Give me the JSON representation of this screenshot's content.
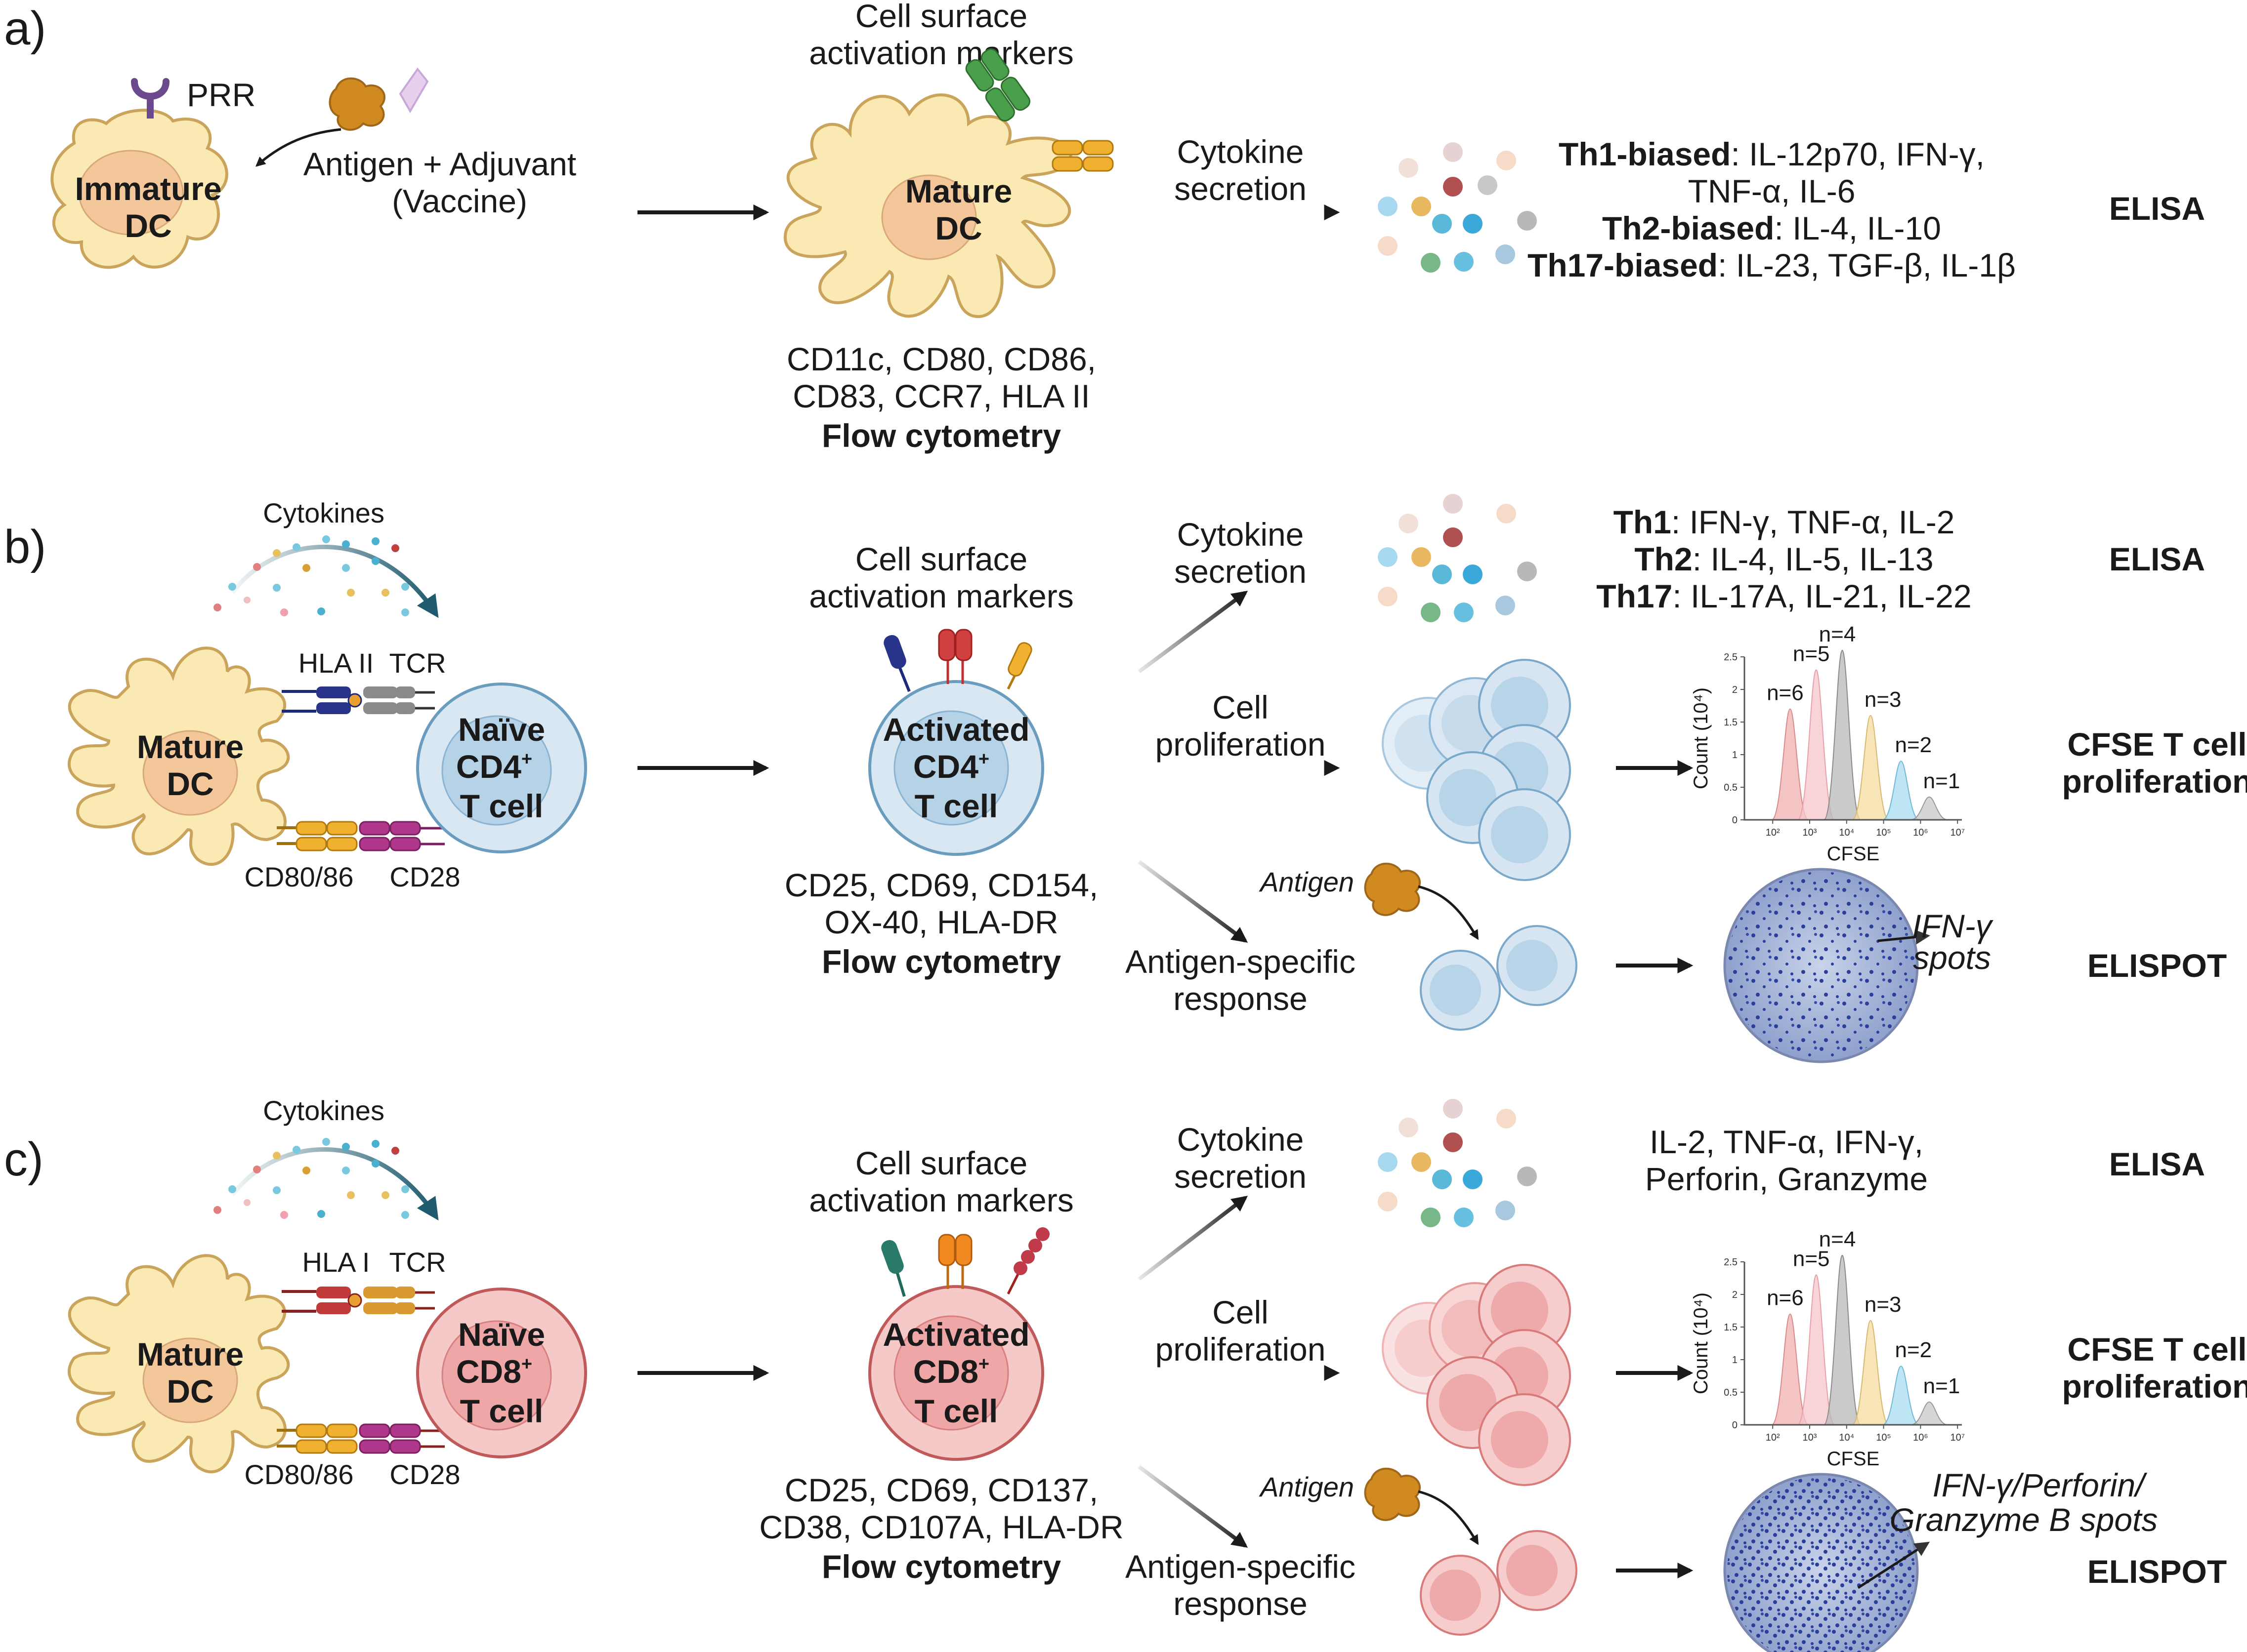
{
  "panels": {
    "a": {
      "letter": "a)",
      "prr": "PRR",
      "immature_dc": [
        "Immature",
        "DC"
      ],
      "antigen_adjuvant": [
        "Antigen + Adjuvant",
        "(Vaccine)"
      ],
      "surface_markers_title": [
        "Cell surface",
        "activation markers"
      ],
      "mature_dc": [
        "Mature",
        "DC"
      ],
      "markers": [
        "CD11c, CD80, CD86,",
        "CD83, CCR7, HLA II"
      ],
      "method": "Flow cytometry",
      "cytokine_secretion": [
        "Cytokine",
        "secretion"
      ],
      "th1_bold": "Th1-biased",
      "th1_rest": ": IL-12p70, IFN-γ,",
      "th1_line2": "TNF-α, IL-6",
      "th2_bold": "Th2-biased",
      "th2_rest": ": IL-4, IL-10",
      "th17_bold": "Th17-biased",
      "th17_rest": ": IL-23, TGF-β, IL-1β",
      "assay": "ELISA"
    },
    "b": {
      "letter": "b)",
      "cytokines": "Cytokines",
      "mature_dc": [
        "Mature",
        "DC"
      ],
      "hla": "HLA II",
      "tcr": "TCR",
      "cd80": "CD80/86",
      "cd28": "CD28",
      "naive": [
        "Naïve",
        "CD4",
        "T cell"
      ],
      "sup": "+",
      "surface_markers_title": [
        "Cell surface",
        "activation markers"
      ],
      "activated": [
        "Activated",
        "CD4",
        "T cell"
      ],
      "markers": [
        "CD25, CD69, CD154,",
        "OX-40, HLA-DR"
      ],
      "method": "Flow cytometry",
      "cytokine_secretion": [
        "Cytokine",
        "secretion"
      ],
      "th1_bold": "Th1",
      "th1_rest": ": IFN-γ, TNF-α, IL-2",
      "th2_bold": "Th2",
      "th2_rest": ": IL-4, IL-5, IL-13",
      "th17_bold": "Th17",
      "th17_rest": ": IL-17A, IL-21, IL-22",
      "elisa": "ELISA",
      "proliferation": [
        "Cell",
        "proliferation"
      ],
      "cfse_assay": [
        "CFSE T cell",
        "proliferation"
      ],
      "antigen": "Antigen",
      "antigen_specific": [
        "Antigen-specific",
        "response"
      ],
      "spots": [
        "IFN-γ",
        "spots"
      ],
      "elispot": "ELISPOT"
    },
    "c": {
      "letter": "c)",
      "cytokines": "Cytokines",
      "mature_dc": [
        "Mature",
        "DC"
      ],
      "hla": "HLA I",
      "tcr": "TCR",
      "cd80": "CD80/86",
      "cd28": "CD28",
      "naive": [
        "Naïve",
        "CD8",
        "T cell"
      ],
      "sup": "+",
      "surface_markers_title": [
        "Cell surface",
        "activation markers"
      ],
      "activated": [
        "Activated",
        "CD8",
        "T cell"
      ],
      "markers": [
        "CD25, CD69, CD137,",
        "CD38, CD107A, HLA-DR"
      ],
      "method": "Flow cytometry",
      "cytokine_secretion": [
        "Cytokine",
        "secretion"
      ],
      "cyto_list": [
        "IL-2, TNF-α, IFN-γ,",
        "Perforin, Granzyme"
      ],
      "elisa": "ELISA",
      "proliferation": [
        "Cell",
        "proliferation"
      ],
      "cfse_assay": [
        "CFSE T cell",
        "proliferation"
      ],
      "antigen": "Antigen",
      "antigen_specific": [
        "Antigen-specific",
        "response"
      ],
      "spots": [
        "IFN-γ/Perforin/",
        "Granzyme B spots"
      ],
      "elispot": "ELISPOT"
    }
  },
  "cfse_plot": {
    "ylabel": "Count (10⁴)",
    "xlabel": "CFSE",
    "yticks": [
      "0",
      "0.5",
      "1",
      "1.5",
      "2",
      "2.5"
    ],
    "xticks": [
      "10²",
      "10³",
      "10⁴",
      "10⁵",
      "10⁶",
      "10⁷"
    ],
    "peaks": [
      "n=6",
      "n=5",
      "n=4",
      "n=3",
      "n=2",
      "n=1"
    ],
    "peak_values": [
      1.7,
      2.3,
      2.6,
      1.6,
      0.9,
      0.35
    ]
  },
  "colors": {
    "dc_fill": "#fbe9b4",
    "dc_stroke": "#c9a45a",
    "dc_nucleus": "#f4c79a",
    "cd4_fill": "#d9e7f2",
    "cd4_stroke": "#6a9cc0",
    "cd8_fill": "#f6c9c9",
    "cd8_stroke": "#c05a5a",
    "arrow": "#1a1a1a"
  }
}
